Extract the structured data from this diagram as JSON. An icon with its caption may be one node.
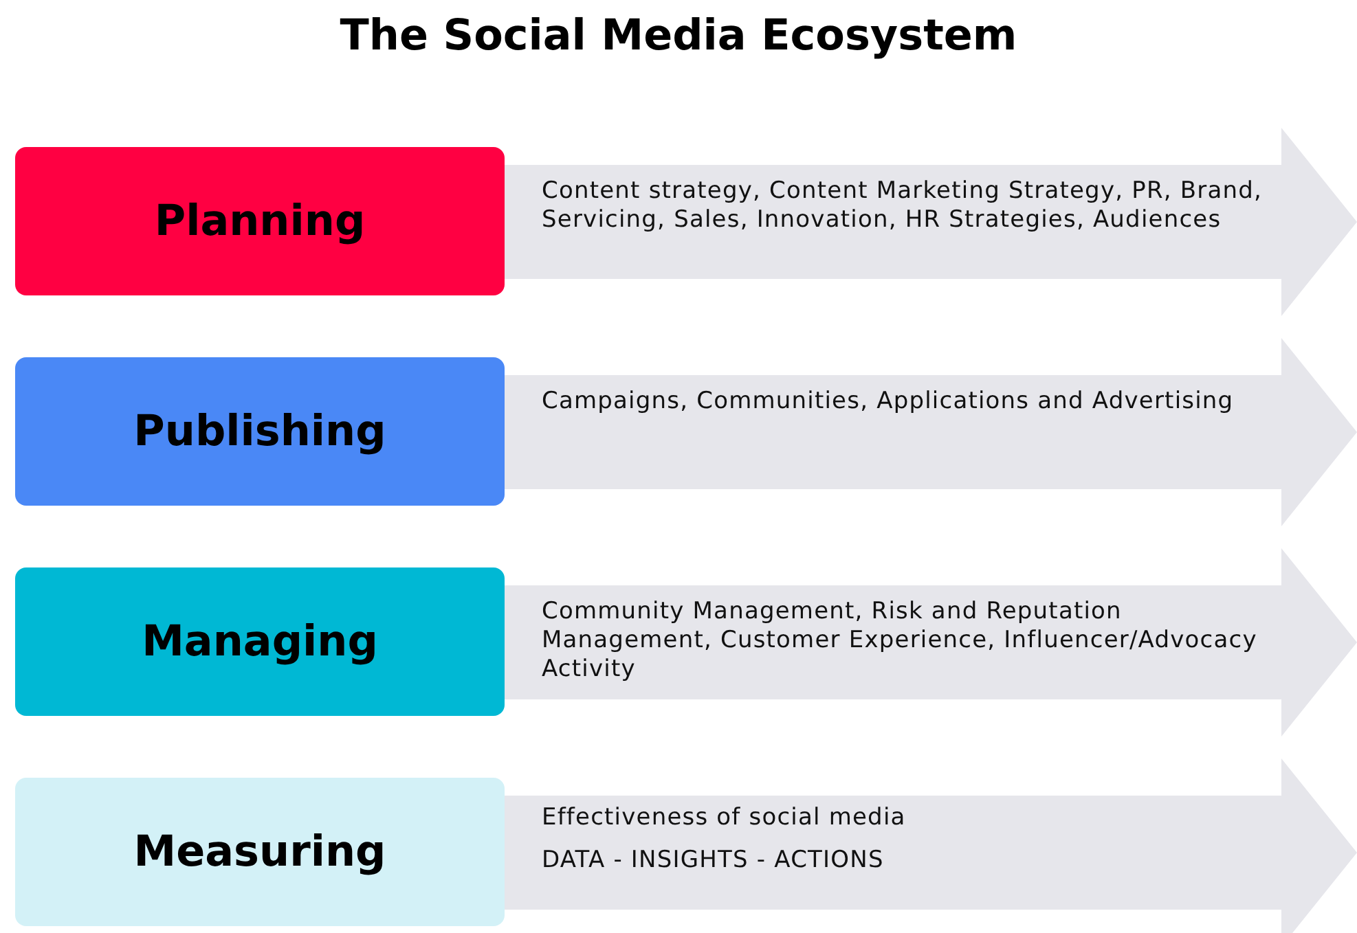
{
  "diagram": {
    "title": "The Social Media Ecosystem",
    "nodes": [
      {
        "text": [
          "Planning"
        ]
      },
      {
        "text": [
          "Content strategy, Content Marketing Strategy, PR, Brand, Servicing, Sales, Innovation, HR Strategies, Audiences"
        ]
      },
      {
        "text": [
          "Publishing"
        ]
      },
      {
        "text": [
          "Campaigns, Communities, Applications and Advertising"
        ]
      },
      {
        "text": [
          "Managing"
        ]
      },
      {
        "text": [
          "Community Management, Risk and Reputation Management, Customer Experience, Influencer/Advocacy Activity"
        ]
      },
      {
        "text": [
          "Measuring"
        ]
      },
      {
        "text": [
          "Effectiveness of social media",
          "DATA - INSIGHTS - ACTIONS"
        ]
      }
    ]
  }
}
